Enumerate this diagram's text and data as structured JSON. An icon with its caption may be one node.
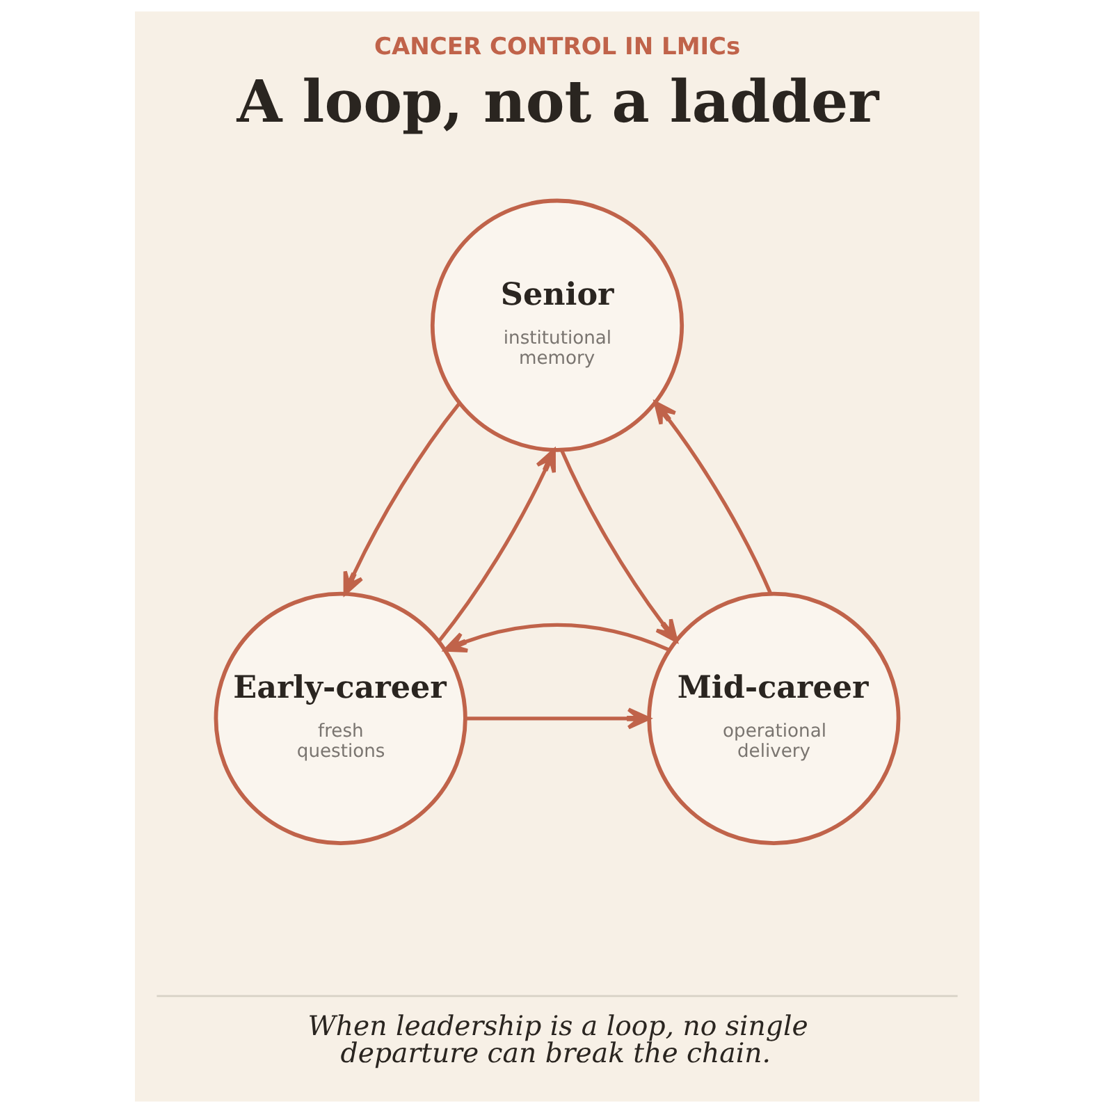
{
  "diagram": {
    "title": "A loop, not a ladder",
    "caption": "When leadership is a loop, no single departure can break the chain.",
    "nodes": [
      {
        "text": [
          "Senior",
          "institutional memory"
        ]
      },
      {
        "text": [
          "Early-career",
          "fresh questions"
        ]
      },
      {
        "text": [
          "Mid-career",
          "operational delivery"
        ]
      }
    ],
    "edges": [
      {
        "from": 1,
        "to": 0,
        "arrow": "to"
      },
      {
        "from": 0,
        "to": 1,
        "arrow": "to"
      },
      {
        "from": 0,
        "to": 2,
        "arrow": "to"
      },
      {
        "from": 2,
        "to": 0,
        "arrow": "to"
      },
      {
        "from": 1,
        "to": 2,
        "arrow": "to"
      },
      {
        "from": 2,
        "to": 1,
        "arrow": "to"
      }
    ],
    "labels": [
      "CANCER CONTROL IN LMICs"
    ]
  }
}
